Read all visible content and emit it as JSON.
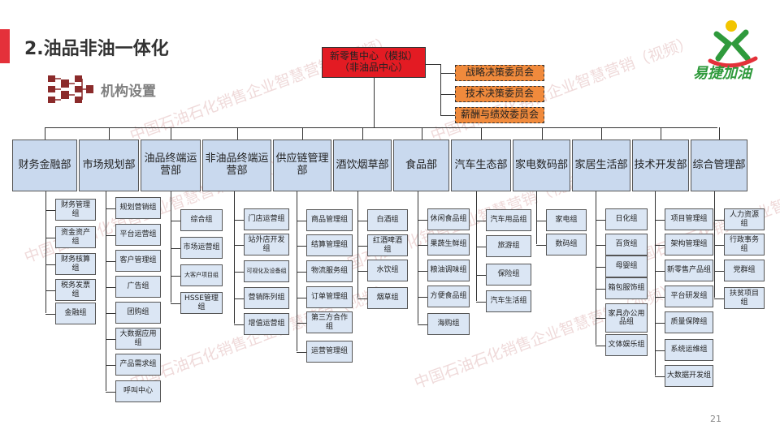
{
  "slide": {
    "title": "2.油品非油一体化",
    "subtitle": "机构设置",
    "page_number": "21",
    "logo_text": "易捷加油",
    "watermark": "中国石油石化销售企业智慧营销（视频）",
    "accent_color": "#e4313a"
  },
  "org": {
    "root": {
      "line1": "新零售中心（模拟）",
      "line2": "（非油品中心）",
      "color": "#e31b23"
    },
    "committees": [
      "战略决策委员会",
      "技术决策委员会",
      "薪酬与绩效委员会"
    ],
    "departments": [
      {
        "name": "财务金融部",
        "groups": [
          "财务管理组",
          "资金资产组",
          "财务核算组",
          "税务发票组",
          "金融组"
        ]
      },
      {
        "name": "市场规划部",
        "groups": [
          "规划营销组",
          "平台运营组",
          "客户管理组",
          "广告组",
          "团购组",
          "大数据应用组",
          "产品需求组",
          "呼叫中心"
        ]
      },
      {
        "name": "油品终端运营部",
        "groups": [
          "综合组",
          "市场运营组",
          "大客户项目组",
          "HSSE管理组"
        ]
      },
      {
        "name": "非油品终端运营部",
        "groups": [
          "门店运营组",
          "站外店开发组",
          "可视化及设备组",
          "营销陈列组",
          "增值运营组"
        ]
      },
      {
        "name": "供应链管理部",
        "groups": [
          "商品管理组",
          "结算管理组",
          "物流服务组",
          "订单管理组",
          "第三方合作组",
          "运营管理组"
        ]
      },
      {
        "name": "酒饮烟草部",
        "groups": [
          "白酒组",
          "红酒啤酒组",
          "水饮组",
          "烟草组"
        ]
      },
      {
        "name": "食品部",
        "groups": [
          "休闲食品组",
          "果蔬生鲜组",
          "粮油调味组",
          "方便食品组",
          "海购组"
        ]
      },
      {
        "name": "汽车生态部",
        "groups": [
          "汽车用品组",
          "旅游组",
          "保险组",
          "汽车生活组"
        ]
      },
      {
        "name": "家电数码部",
        "groups": [
          "家电组",
          "数码组"
        ]
      },
      {
        "name": "家居生活部",
        "groups": [
          "日化组",
          "百货组",
          "母婴组",
          "箱包服饰组",
          "家具办公用品组",
          "文体娱乐组"
        ]
      },
      {
        "name": "技术开发部",
        "groups": [
          "项目管理组",
          "架构管理组",
          "新零售产品组",
          "平台研发组",
          "质量保障组",
          "系统运维组",
          "大数据开发组"
        ]
      },
      {
        "name": "综合管理部",
        "groups": [
          "人力资源组",
          "行政事务组",
          "党群组",
          "扶贫项目组"
        ]
      }
    ]
  }
}
